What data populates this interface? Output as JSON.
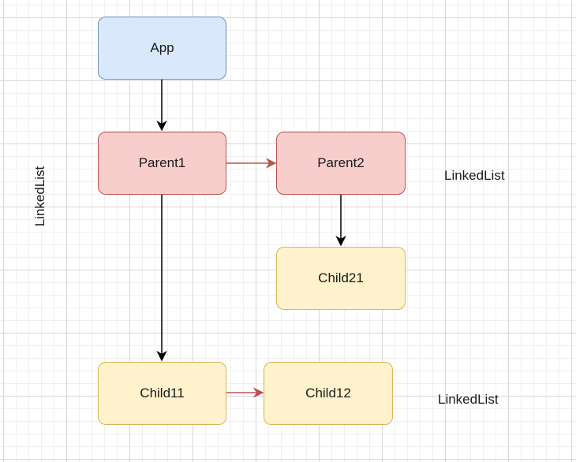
{
  "nodes": {
    "app": "App",
    "parent1": "Parent1",
    "parent2": "Parent2",
    "child21": "Child21",
    "child11": "Child11",
    "child12": "Child12"
  },
  "labels": {
    "left": "LinkedList",
    "right_top": "LinkedList",
    "right_bottom": "LinkedList"
  },
  "colors": {
    "app_fill": "#dae8fc",
    "app_stroke": "#6c8ebf",
    "parent_fill": "#f8cecc",
    "parent_stroke": "#b85450",
    "child_fill": "#fff2cc",
    "child_stroke": "#d6b656",
    "edge_black": "#000000",
    "edge_red": "#b85450"
  },
  "edges": [
    {
      "from": "app",
      "to": "parent1",
      "color": "black"
    },
    {
      "from": "parent1",
      "to": "parent2",
      "color": "red"
    },
    {
      "from": "parent1",
      "to": "child11",
      "color": "black"
    },
    {
      "from": "parent2",
      "to": "child21",
      "color": "black"
    },
    {
      "from": "child11",
      "to": "child12",
      "color": "red"
    }
  ]
}
